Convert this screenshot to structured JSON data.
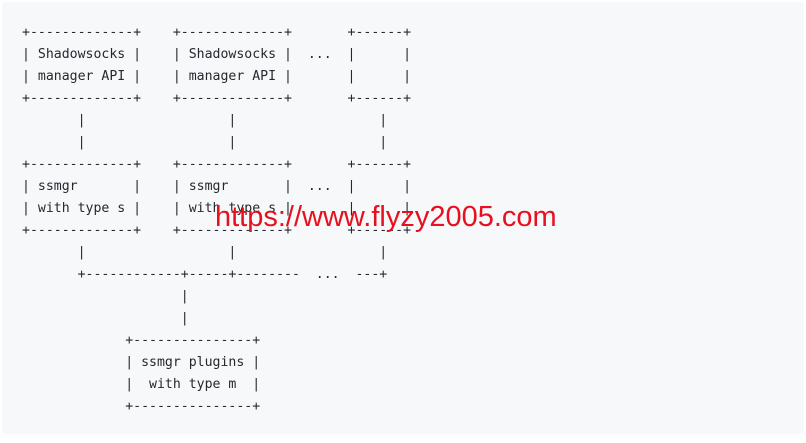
{
  "diagram": {
    "lines": [
      "+-------------+    +-------------+       +------+",
      "| Shadowsocks |    | Shadowsocks |  ...  |      |",
      "| manager API |    | manager API |       |      |",
      "+-------------+    +-------------+       +------+",
      "       |                  |                  |",
      "       |                  |                  |",
      "+-------------+    +-------------+       +------+",
      "| ssmgr       |    | ssmgr       |  ...  |      |",
      "| with type s |    | with type s |       |      |",
      "+-------------+    +-------------+       +------+",
      "       |                  |                  |",
      "       +------------+-----+--------  ...  ---+",
      "                    |",
      "                    |",
      "             +---------------+",
      "             | ssmgr plugins |",
      "             |  with type m  |",
      "             +---------------+"
    ]
  },
  "watermark": {
    "text": "https://www.flyzy2005.com",
    "color": "#e8101e"
  }
}
